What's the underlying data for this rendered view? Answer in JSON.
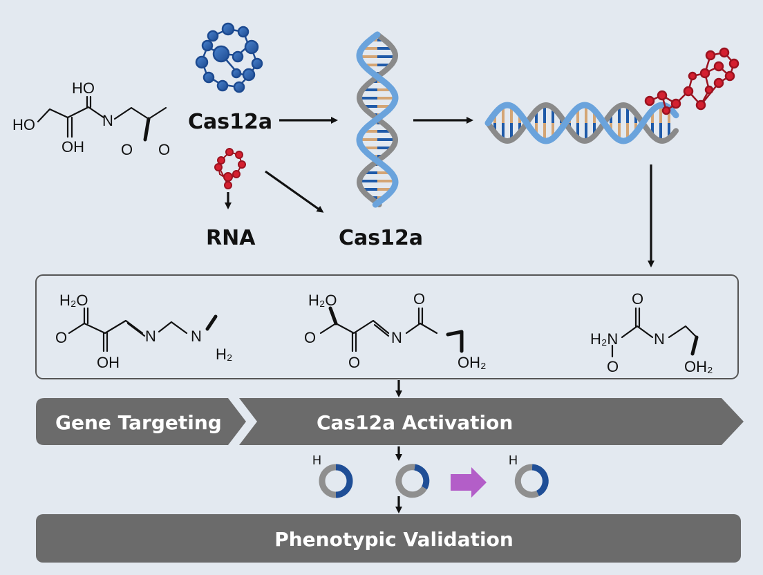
{
  "top": {
    "protein_label": "Cas12a",
    "rna_label": "RNA",
    "complex_label": "Cas12a"
  },
  "molecule_top": {
    "ho_top": "HO",
    "ho_left": "HO",
    "oh_bottom": "OH",
    "n": "N",
    "o_a": "O",
    "o_b": "O"
  },
  "panel": {
    "mol1": {
      "h2o": "H₂O",
      "o": "O",
      "oh": "OH",
      "n1": "N",
      "n2": "N",
      "h2": "H₂"
    },
    "mol2": {
      "h2o": "H₂O",
      "o_left": "O",
      "o_bottom": "O",
      "n": "N",
      "o_top": "O",
      "oh2": "OH₂"
    },
    "mol3": {
      "h2n": "H₂N",
      "o_top": "O",
      "o_bottom": "O",
      "n": "N",
      "oh2": "OH₂"
    }
  },
  "steps": {
    "step1": "Gene Targeting",
    "step2": "Cas12a Activation",
    "final": "Phenotypic Validation"
  },
  "rings": {
    "h1": "H",
    "h2": "H"
  },
  "colors": {
    "background": "#e3e9f0",
    "band": "#6b6b6b",
    "protein_blue": "#2a5ea8",
    "rna_red": "#d42030",
    "dna_light": "#6aa3dc",
    "dna_gray": "#8a8a8a",
    "ring_dark": "#1f4e96",
    "ring_gray": "#8f8f8f",
    "arrow_magenta": "#b35ec8"
  }
}
